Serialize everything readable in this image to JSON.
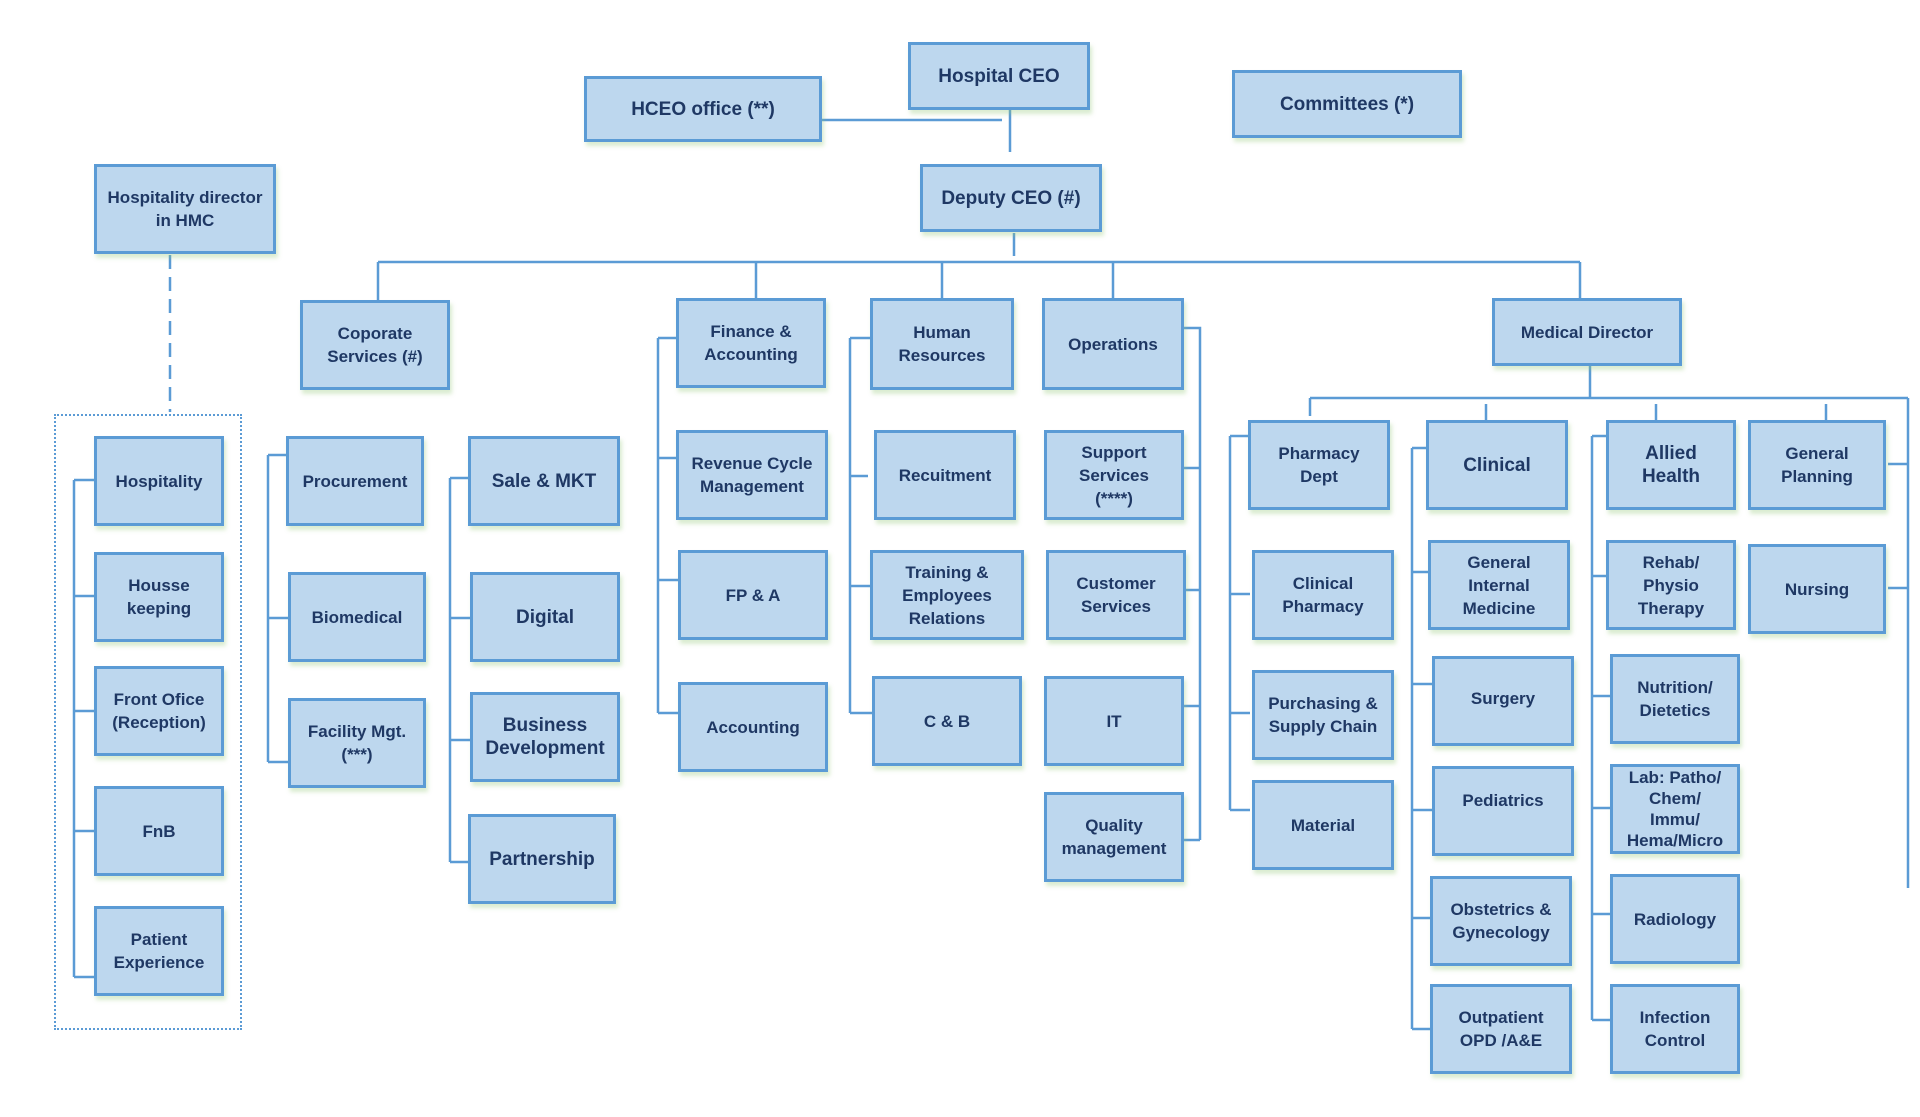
{
  "diagram": {
    "type": "organization-chart",
    "colors": {
      "box_fill": "#bdd7ee",
      "box_border": "#5b9bd5",
      "text": "#1f3864",
      "line": "#5b9bd5"
    },
    "top": {
      "hospital_ceo": "Hospital CEO",
      "hceo_office": "HCEO office (**)",
      "committees": "Committees (*)",
      "deputy_ceo": "Deputy CEO (#)"
    },
    "hospitality": {
      "director": "Hospitality director\nin HMC",
      "units": [
        "Hospitality",
        "Housse\nkeeping",
        "Front Ofice\n(Reception)",
        "FnB",
        "Patient\nExperience"
      ]
    },
    "corporate": {
      "head": "Coporate\nServices (#)",
      "col1": [
        "Procurement",
        "Biomedical",
        "Facility Mgt.\n(***)"
      ],
      "col2": [
        "Sale & MKT",
        "Digital",
        "Business\nDevelopment",
        "Partnership"
      ]
    },
    "finance": {
      "head": "Finance &\nAccounting",
      "units": [
        "Revenue Cycle\nManagement",
        "FP & A",
        "Accounting"
      ]
    },
    "hr": {
      "head": "Human\nResources",
      "units": [
        "Recuitment",
        "Training &\nEmployees\nRelations",
        "C & B"
      ]
    },
    "operations": {
      "head": "Operations",
      "units": [
        "Support\nServices\n(****)",
        "Customer\nServices",
        "IT",
        "Quality\nmanagement"
      ]
    },
    "medical": {
      "head": "Medical Director",
      "pharmacy": {
        "head": "Pharmacy\nDept",
        "units": [
          "Clinical\nPharmacy",
          "Purchasing &\nSupply Chain",
          "Material"
        ]
      },
      "clinical": {
        "head": "Clinical",
        "units": [
          "General\nInternal\nMedicine",
          "Surgery",
          "Pediatrics",
          "Obstetrics &\nGynecology",
          "Outpatient\nOPD /A&E"
        ]
      },
      "allied": {
        "head": "Allied\nHealth",
        "units": [
          "Rehab/\nPhysio\nTherapy",
          "Nutrition/\nDietetics",
          "Lab: Patho/\nChem/\nImmu/\nHema/Micro",
          "Radiology",
          "Infection\nControl"
        ]
      },
      "general_planning": "General\nPlanning",
      "nursing": "Nursing"
    }
  }
}
